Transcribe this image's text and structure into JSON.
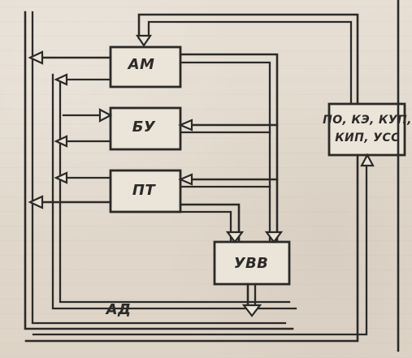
{
  "diagram": {
    "blocks": {
      "am": "АМ",
      "bu": "БУ",
      "pt": "ПТ",
      "uvv": "УВВ",
      "po_line1": "ПО, КЭ, КУП,",
      "po_line2": "КИП, УСС"
    },
    "bus_label": "АД"
  },
  "colors": {
    "ink": "#2b2a28",
    "paper": "#ebe4d9"
  }
}
